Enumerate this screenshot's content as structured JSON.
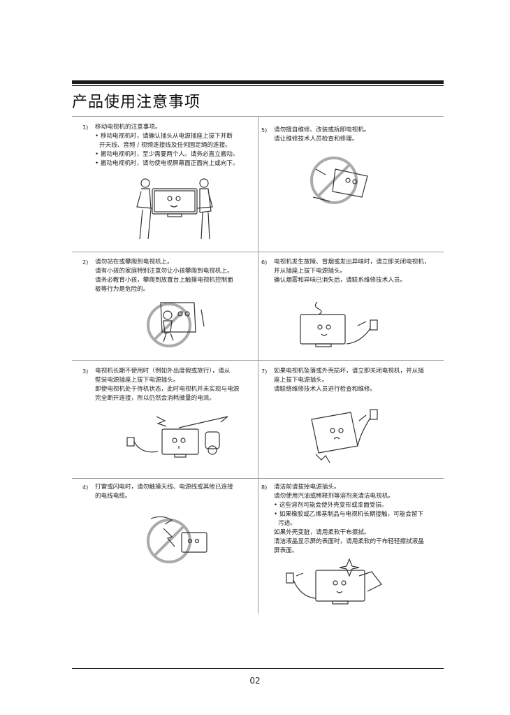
{
  "title": "产品使用注意事项",
  "page_number": "02",
  "sections": [
    {
      "num": "1)",
      "lines": [
        "移动电视机的注意事项。"
      ],
      "bullets": [
        [
          "移动电视机时，请确认插头从电源插座上拔下并断",
          "开天线、音频 / 视频连接线及任何固定绳的连接。"
        ],
        [
          "搬动电视机时，至少需要两个人。请务必直立搬动。"
        ],
        [
          "搬动电视机时，请勿使电视屏幕面正面向上或向下。"
        ]
      ]
    },
    {
      "num": "2)",
      "lines": [
        "请勿站在或攀爬到电视机上。",
        "请有小孩的家庭特别注意勿让小孩攀爬到电视机上。",
        "请务必教育小孩，攀爬到放置台上触摸电视机控制面",
        "板等行为是危险的。"
      ]
    },
    {
      "num": "3)",
      "lines": [
        "电视机长期不使用时（例如外出度假或旅行），请从",
        "壁装电源插座上拔下电源插头。",
        "即使电视机处于待机状态，此时电视机并未实现与电源",
        "完全断开连接，所以仍然会消耗微量的电流。"
      ]
    },
    {
      "num": "4)",
      "lines": [
        "打雷或闪电时，请勿触摸天线、电源线或其他已连接",
        "的电线电缆。"
      ]
    },
    {
      "num": "5)",
      "lines": [
        "请勿擅自维修、改装或拆卸电视机。",
        "请让维修技术人员检查和修理。"
      ]
    },
    {
      "num": "6)",
      "lines": [
        "电视机发生故障、冒烟或发出异味时，请立即关闭电视机，",
        "并从插座上拔下电源插头。",
        "确认烟雾和异味已消失后，请联系维修技术人员。"
      ]
    },
    {
      "num": "7)",
      "lines": [
        "如果电视机坠落或外壳损坏，请立即关闭电视机，并从插",
        "座上拔下电源插头。",
        "请联络维修技术人员进行检查和维修。"
      ]
    },
    {
      "num": "8)",
      "lines": [
        "清洁前请拔掉电源插头。",
        "请勿使用汽油或稀释剂等溶剂来清洁电视机。"
      ],
      "bullets": [
        [
          "这些溶剂可能会使外壳变形或漆面受损。"
        ],
        [
          "如果橡胶或乙烯基制品与电视机长期接触，可能会留下",
          "污迹。"
        ]
      ],
      "after": [
        "如果外壳变脏，请用柔软干布擦拭。",
        "清洁液晶显示屏的表面时，请用柔软的干布轻轻擦拭液晶",
        "屏表面。"
      ]
    }
  ]
}
